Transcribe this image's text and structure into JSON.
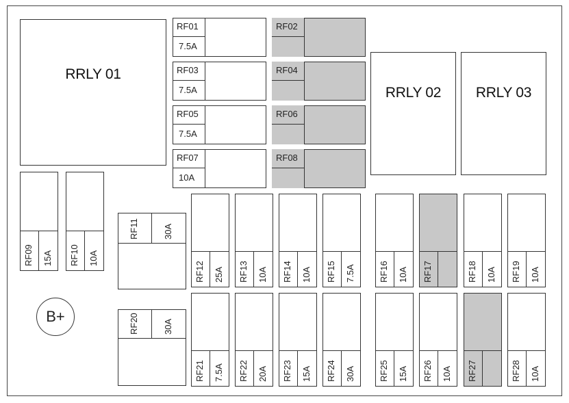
{
  "relays": [
    {
      "label": "RRLY 01"
    },
    {
      "label": "RRLY 02"
    },
    {
      "label": "RRLY 03"
    }
  ],
  "top_fuses": [
    {
      "id": "RF01",
      "amp": "7.5A",
      "shaded": false
    },
    {
      "id": "RF02",
      "amp": "",
      "shaded": true
    },
    {
      "id": "RF03",
      "amp": "7.5A",
      "shaded": false
    },
    {
      "id": "RF04",
      "amp": "",
      "shaded": true
    },
    {
      "id": "RF05",
      "amp": "7.5A",
      "shaded": false
    },
    {
      "id": "RF06",
      "amp": "",
      "shaded": true
    },
    {
      "id": "RF07",
      "amp": "10A",
      "shaded": false
    },
    {
      "id": "RF08",
      "amp": "",
      "shaded": true
    }
  ],
  "side_fuses": [
    {
      "id": "RF09",
      "amp": "15A"
    },
    {
      "id": "RF10",
      "amp": "10A"
    }
  ],
  "large_fuses": [
    {
      "id": "RF11",
      "amp": "30A"
    },
    {
      "id": "RF20",
      "amp": "30A"
    }
  ],
  "row1_fuses": [
    {
      "id": "RF12",
      "amp": "25A",
      "shaded": false
    },
    {
      "id": "RF13",
      "amp": "10A",
      "shaded": false
    },
    {
      "id": "RF14",
      "amp": "10A",
      "shaded": false
    },
    {
      "id": "RF15",
      "amp": "7.5A",
      "shaded": false
    },
    {
      "id": "RF16",
      "amp": "10A",
      "shaded": false
    },
    {
      "id": "RF17",
      "amp": "",
      "shaded": true
    },
    {
      "id": "RF18",
      "amp": "10A",
      "shaded": false
    },
    {
      "id": "RF19",
      "amp": "10A",
      "shaded": false
    }
  ],
  "row2_fuses": [
    {
      "id": "RF21",
      "amp": "7.5A",
      "shaded": false
    },
    {
      "id": "RF22",
      "amp": "20A",
      "shaded": false
    },
    {
      "id": "RF23",
      "amp": "15A",
      "shaded": false
    },
    {
      "id": "RF24",
      "amp": "30A",
      "shaded": false
    },
    {
      "id": "RF25",
      "amp": "15A",
      "shaded": false
    },
    {
      "id": "RF26",
      "amp": "10A",
      "shaded": false
    },
    {
      "id": "RF27",
      "amp": "",
      "shaded": true
    },
    {
      "id": "RF28",
      "amp": "10A",
      "shaded": false
    }
  ],
  "terminal": {
    "label": "B+"
  },
  "colors": {
    "line": "#333333",
    "shaded": "#c8c8c8",
    "background": "#ffffff"
  }
}
